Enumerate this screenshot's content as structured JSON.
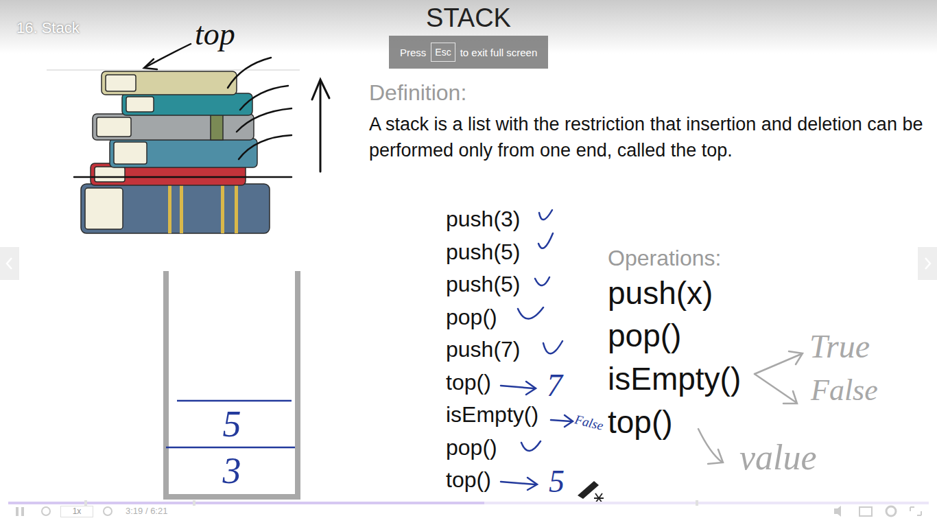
{
  "diagram": {
    "title": "STACK",
    "nodes": [
      {
        "text": [
          "Press",
          "to exit full screen"
        ]
      },
      {
        "text": [
          "Esc"
        ],
        "in": 0
      },
      {
        "text": [
          "5",
          "3"
        ]
      },
      {
        "text": [
          "1x"
        ]
      }
    ],
    "labels": [
      "16. Stack",
      "top",
      "Definition:",
      "A stack is a list with the restriction that insertion and deletion can be performed only from one end, called the top.",
      "push(3)",
      "push(5)",
      "push(5)",
      "pop()",
      "push(7)",
      "top()",
      "7",
      "isEmpty()",
      "False",
      "pop()",
      "top()",
      "5",
      "Operations:",
      "push(x)",
      "pop()",
      "isEmpty()",
      "top()",
      "True",
      "False",
      "value",
      "3:19 / 6:21"
    ]
  }
}
